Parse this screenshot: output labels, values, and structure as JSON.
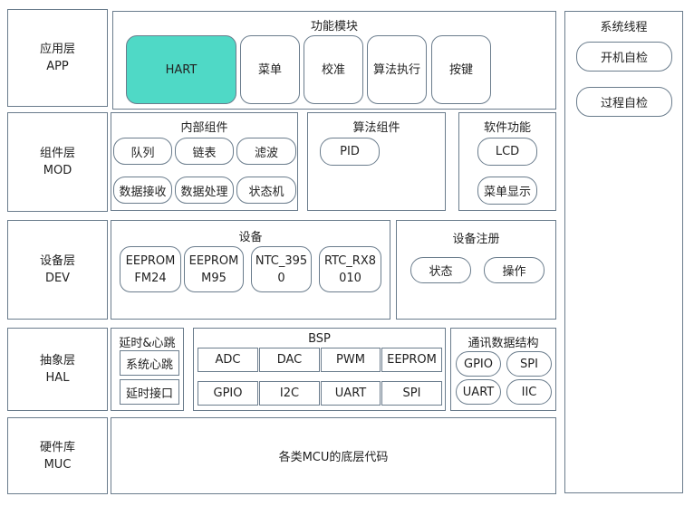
{
  "layers": [
    {
      "cn": "应用层",
      "en": "APP"
    },
    {
      "cn": "组件层",
      "en": "MOD"
    },
    {
      "cn": "设备层",
      "en": "DEV"
    },
    {
      "cn": "抽象层",
      "en": "HAL"
    },
    {
      "cn": "硬件库",
      "en": "MUC"
    }
  ],
  "app": {
    "title": "功能模块",
    "items": [
      "HART",
      "菜单",
      "校准",
      "算法执行",
      "按键"
    ]
  },
  "mod": {
    "internal": {
      "title": "内部组件",
      "items": [
        "队列",
        "链表",
        "滤波",
        "数据接收",
        "数据处理",
        "状态机"
      ]
    },
    "algo": {
      "title": "算法组件",
      "items": [
        "PID"
      ]
    },
    "soft": {
      "title": "软件功能",
      "items": [
        "LCD",
        "菜单显示"
      ]
    }
  },
  "dev": {
    "device": {
      "title": "设备",
      "items": [
        "EEPROM\nFM24",
        "EEPROM\nM95",
        "NTC_395\n0",
        "RTC_RX8\n010"
      ]
    },
    "register": {
      "title": "设备注册",
      "items": [
        "状态",
        "操作"
      ]
    }
  },
  "hal": {
    "delay": {
      "title": "延时&心跳",
      "items": [
        "系统心跳",
        "延时接口"
      ]
    },
    "bsp": {
      "title": "BSP",
      "items": [
        "ADC",
        "DAC",
        "PWM",
        "EEPROM",
        "GPIO",
        "I2C",
        "UART",
        "SPI"
      ]
    },
    "comm": {
      "title": "通讯数据结构",
      "items": [
        "GPIO",
        "SPI",
        "UART",
        "IIC"
      ]
    }
  },
  "muc": {
    "text": "各类MCU的底层代码"
  },
  "threads": {
    "title": "系统线程",
    "items": [
      "开机自检",
      "过程自检"
    ]
  },
  "colors": {
    "highlight": "#4fd9c6",
    "border": "#6a7c8c"
  }
}
